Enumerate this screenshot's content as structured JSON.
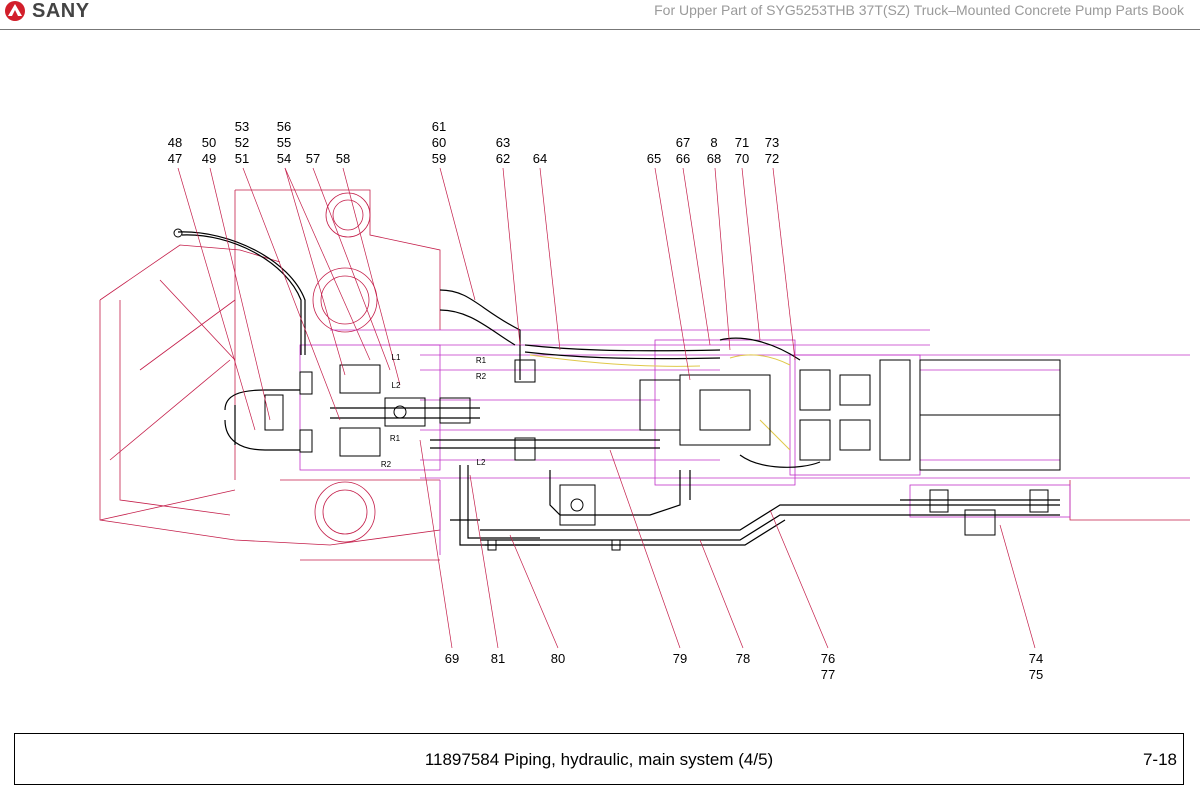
{
  "header": {
    "brand": "SANY",
    "title": "For Upper Part of SYG5253THB 37T(SZ) Truck–Mounted Concrete Pump Parts Book"
  },
  "top_callouts": [
    [
      "48",
      "47"
    ],
    [
      "50",
      "49"
    ],
    [
      "53",
      "52",
      "51"
    ],
    [
      "56",
      "55",
      "54"
    ],
    [
      "57"
    ],
    [
      "58"
    ],
    [
      "61",
      "60",
      "59"
    ],
    [
      "63",
      "62"
    ],
    [
      "64"
    ],
    [
      "65"
    ],
    [
      "67",
      "66"
    ],
    [
      "8",
      "68"
    ],
    [
      "71",
      "70"
    ],
    [
      "73",
      "72"
    ]
  ],
  "bottom_callouts": [
    [
      "69"
    ],
    [
      "81"
    ],
    [
      "80"
    ],
    [
      "79"
    ],
    [
      "78"
    ],
    [
      "76",
      "77"
    ],
    [
      "74",
      "75"
    ]
  ],
  "port_labels": [
    "R1",
    "R2",
    "L1",
    "L2",
    "R1",
    "R2",
    "L2"
  ],
  "footer": {
    "caption": "11897584 Piping, hydraulic, main system  (4/5)",
    "page": "7-18"
  },
  "colors": {
    "outline": "#c41e4a",
    "lines": "#c030c8",
    "piping": "#000000",
    "highlight": "#e0c84a"
  }
}
